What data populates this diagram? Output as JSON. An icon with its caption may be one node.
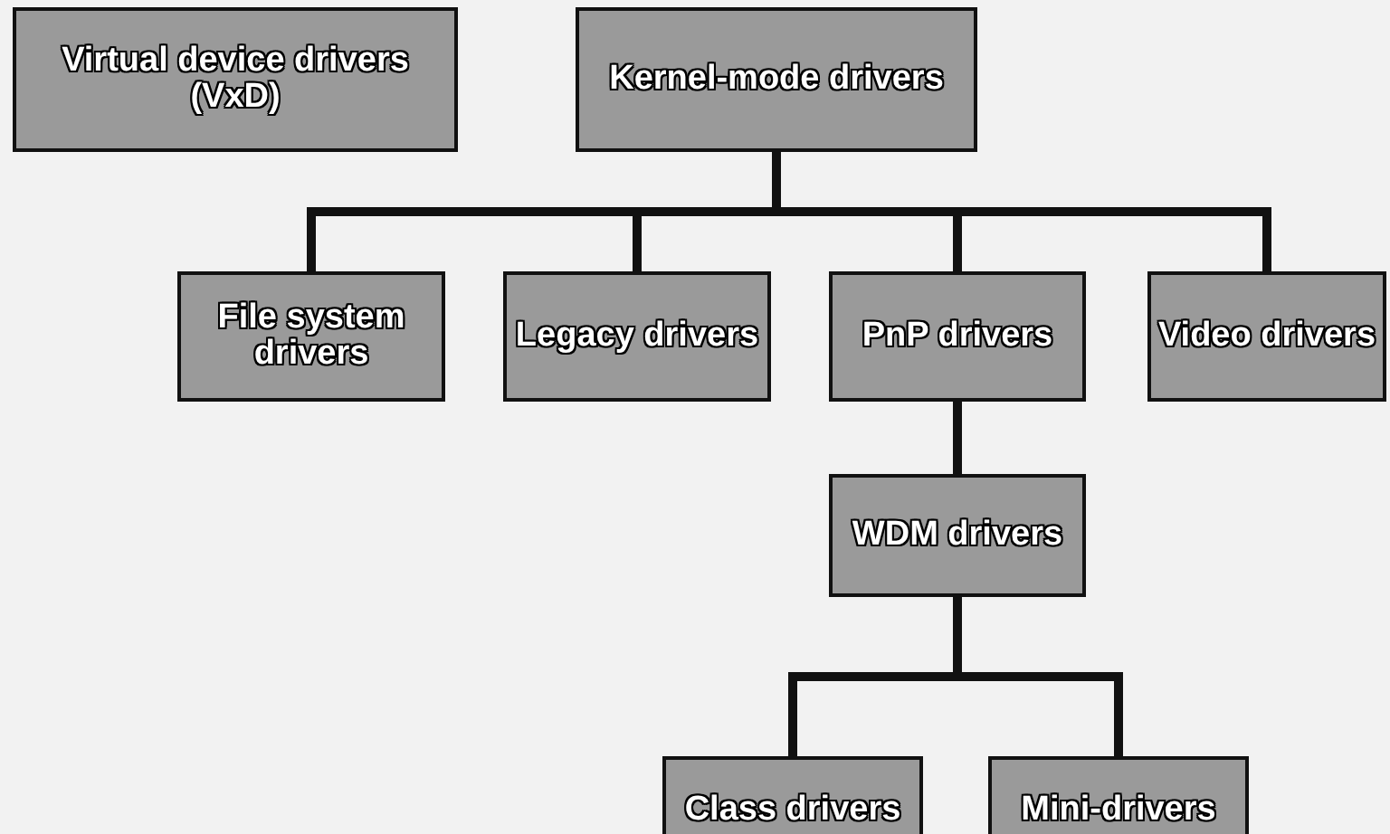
{
  "diagram": {
    "nodes": [
      {
        "text": [
          "Virtual device drivers (VxD)"
        ]
      },
      {
        "text": [
          "Kernel-mode drivers"
        ]
      },
      {
        "text": [
          "File system drivers"
        ]
      },
      {
        "text": [
          "Legacy drivers"
        ]
      },
      {
        "text": [
          "PnP drivers"
        ]
      },
      {
        "text": [
          "Video drivers"
        ]
      },
      {
        "text": [
          "WDM drivers"
        ]
      },
      {
        "text": [
          "Class drivers"
        ]
      },
      {
        "text": [
          "Mini-drivers"
        ]
      }
    ],
    "edges": [
      {
        "from": 1,
        "to": 2,
        "arrow": "none"
      },
      {
        "from": 1,
        "to": 3,
        "arrow": "none"
      },
      {
        "from": 1,
        "to": 4,
        "arrow": "none"
      },
      {
        "from": 1,
        "to": 5,
        "arrow": "none"
      },
      {
        "from": 4,
        "to": 6,
        "arrow": "none"
      },
      {
        "from": 6,
        "to": 7,
        "arrow": "none"
      },
      {
        "from": 6,
        "to": 8,
        "arrow": "none"
      }
    ]
  }
}
